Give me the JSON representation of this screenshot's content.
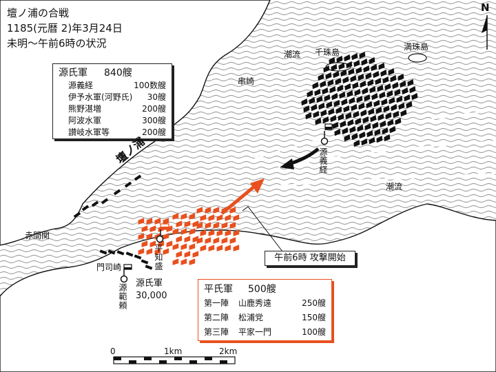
{
  "title": {
    "line1": "壇ノ浦の合戦",
    "line2": "1185(元暦 2)年3月24日",
    "line3": "未明～午前6時の状況"
  },
  "genji_box": {
    "heading": "源氏軍",
    "total": "840艘",
    "rows": [
      {
        "name": "源義経",
        "ships": "100数艘"
      },
      {
        "name": "伊予水軍(河野氏)",
        "ships": "30艘"
      },
      {
        "name": "熊野湛増",
        "ships": "200艘"
      },
      {
        "name": "阿波水軍",
        "ships": "300艘"
      },
      {
        "name": "讃岐水軍等",
        "ships": "200艘"
      }
    ]
  },
  "heishi_box": {
    "heading": "平氏軍",
    "total": "500艘",
    "rows": [
      {
        "rank": "第一陣",
        "name": "山鹿秀遠",
        "ships": "250艘"
      },
      {
        "rank": "第二陣",
        "name": "松浦党",
        "ships": "150艘"
      },
      {
        "rank": "第三陣",
        "name": "平家一門",
        "ships": "100艘"
      }
    ]
  },
  "places": {
    "senju": "千珠島",
    "manju": "満珠島",
    "kushizaki": "串崎",
    "akamagaseki": "赤間関",
    "mojigasaki": "門司崎",
    "dannoura": "壇ノ浦"
  },
  "currents": {
    "label": "潮流"
  },
  "commanders": {
    "yoshitsune": "源義経",
    "tomomori": "平知盛",
    "noriyori": "源範頼"
  },
  "noriyori_army": {
    "label": "源氏軍",
    "size": "30,000"
  },
  "attack_label": "午前6時 攻撃開始",
  "north": "N",
  "scale": {
    "ticks": [
      "0",
      "1km",
      "2km"
    ]
  },
  "colors": {
    "heishi": "#e8501e",
    "genji": "#111111",
    "sea_line": "#8f8f8f"
  }
}
